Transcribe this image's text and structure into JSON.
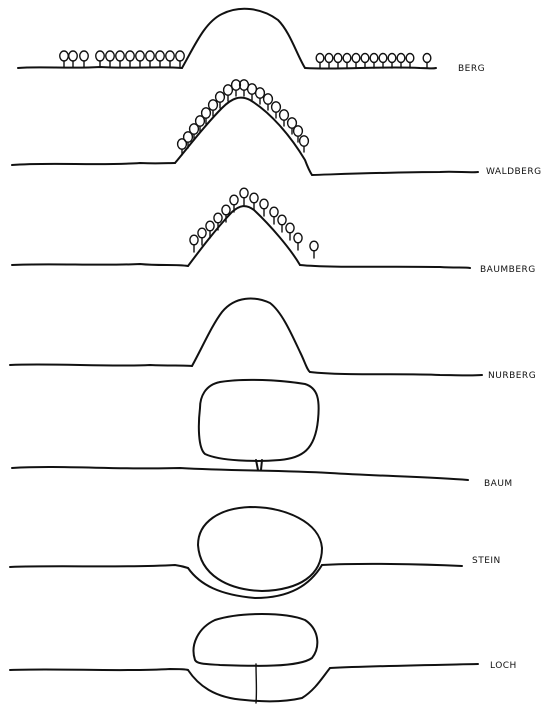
{
  "rows": [
    {
      "label": "BERG"
    },
    {
      "label": "WALDBERG"
    },
    {
      "label": "BAUMBERG"
    },
    {
      "label": "NURBERG"
    },
    {
      "label": "BAUM"
    },
    {
      "label": "STEIN"
    },
    {
      "label": "LOCH"
    }
  ]
}
